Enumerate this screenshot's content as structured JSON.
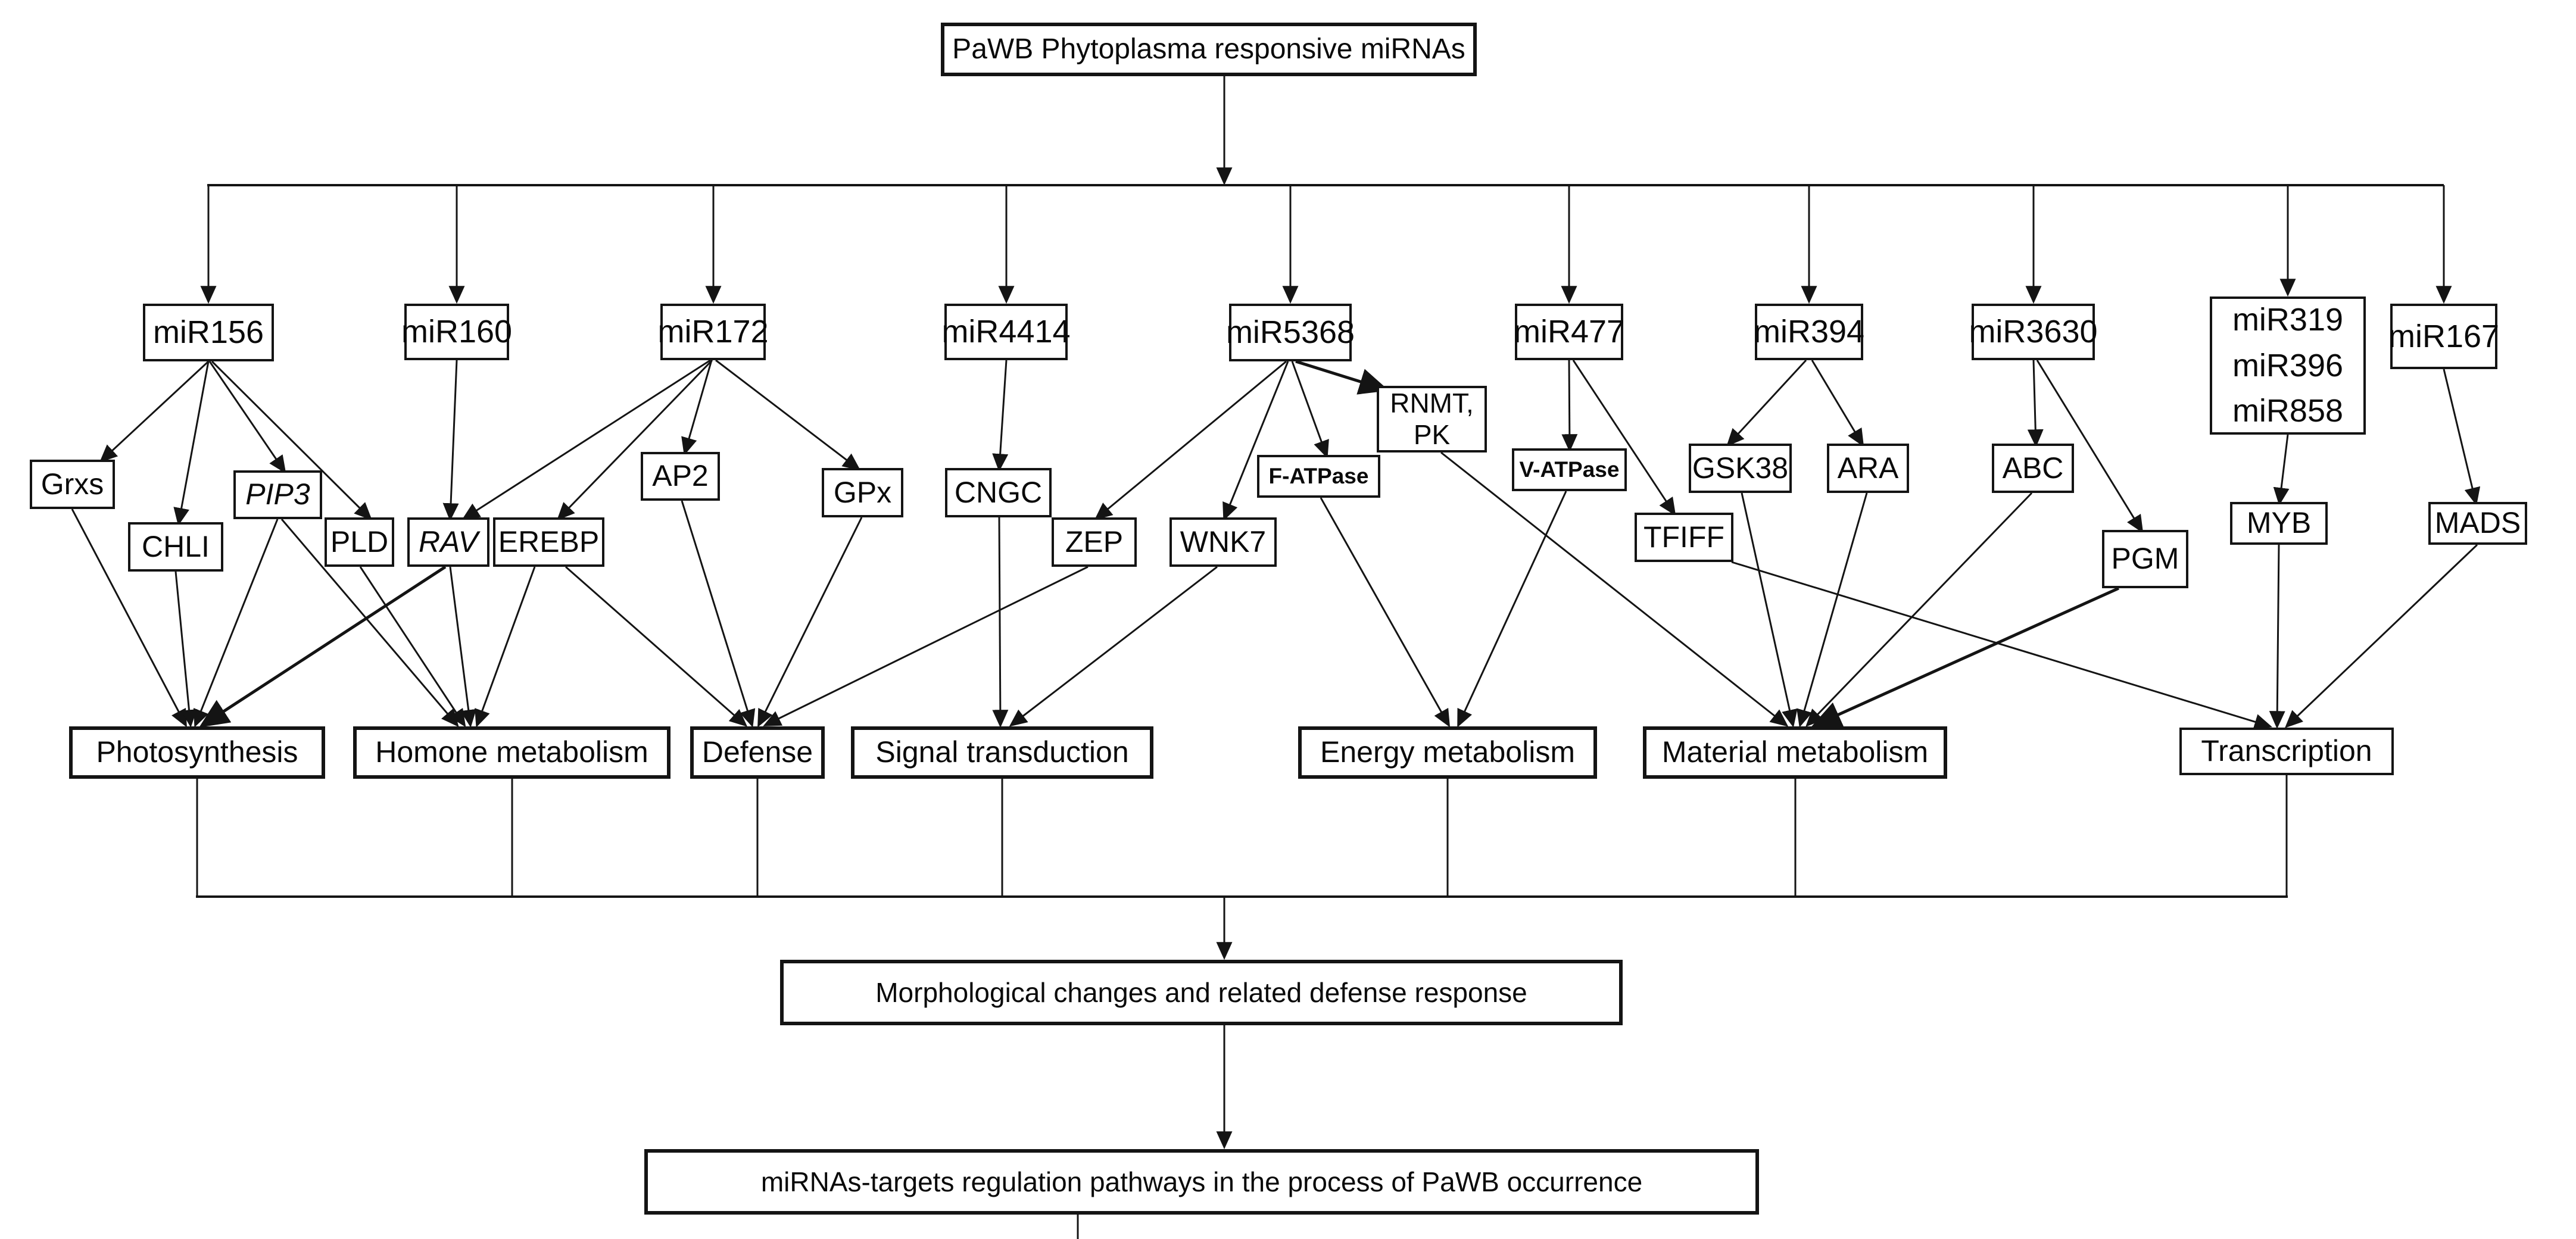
{
  "title": "PaWB Phytoplasma responsive miRNAs",
  "mirnas": [
    {
      "label": "miR156"
    },
    {
      "label": "miR160"
    },
    {
      "label": "miR172"
    },
    {
      "label": "miR4414"
    },
    {
      "label": "miR5368"
    },
    {
      "label": "miR477"
    },
    {
      "label": "miR394"
    },
    {
      "label": "miR3630"
    },
    {
      "lines": [
        "miR319",
        "miR396",
        "miR858"
      ]
    },
    {
      "label": "miR167"
    }
  ],
  "targets": {
    "grxs": "Grxs",
    "chli": "CHLI",
    "pip3": "PIP3",
    "pld": "PLD",
    "rav": "RAV",
    "erebp": "EREBP",
    "ap2": "AP2",
    "gpx": "GPx",
    "cngc": "CNGC",
    "zep": "ZEP",
    "wnk7": "WNK7",
    "fatpase": "F-ATPase",
    "rnmt_line1": "RNMT,",
    "rnmt_line2": "PK",
    "vatpase": "V-ATPase",
    "gsk38": "GSK38",
    "ara": "ARA",
    "tfiff": "TFIFF",
    "abc": "ABC",
    "pgm": "PGM",
    "myb": "MYB",
    "mads": "MADS"
  },
  "categories": {
    "photosynthesis": "Photosynthesis",
    "hormone": "Homone metabolism",
    "defense": "Defense",
    "signal": "Signal transduction",
    "energy": "Energy metabolism",
    "material": "Material metabolism",
    "transcription": "Transcription"
  },
  "outcomes": {
    "morphological": "Morphological changes and related defense response",
    "pathways": "miRNAs-targets regulation pathways in the process of PaWB occurrence"
  },
  "colors": {
    "line": "#141414",
    "box_border": "#141414",
    "background": "#ffffff",
    "text": "#0a0a0a"
  },
  "edges": {
    "mirna_to_target": [
      "miR156->Grxs",
      "miR156->CHLI",
      "miR156->PIP3",
      "miR156->PLD",
      "miR160->RAV",
      "miR172->AP2",
      "miR172->GPx",
      "miR172->RAV",
      "miR172->EREBP",
      "miR4414->CNGC",
      "miR5368->ZEP",
      "miR5368->WNK7",
      "miR5368->F-ATPase",
      "miR5368->RNMT,PK",
      "miR477->V-ATPase",
      "miR477->TFIFF",
      "miR394->GSK38",
      "miR394->ARA",
      "miR3630->ABC",
      "miR3630->PGM",
      "miR319/miR396/miR858->MYB",
      "miR167->MADS"
    ],
    "target_to_category": [
      "Grxs->Photosynthesis",
      "CHLI->Photosynthesis",
      "PIP3->Photosynthesis",
      "RAV->Photosynthesis",
      "PIP3->Homone metabolism",
      "PLD->Homone metabolism",
      "RAV->Homone metabolism",
      "EREBP->Homone metabolism",
      "EREBP->Defense",
      "AP2->Defense",
      "GPx->Defense",
      "ZEP->Defense",
      "CNGC->Signal transduction",
      "WNK7->Signal transduction",
      "F-ATPase->Energy metabolism",
      "V-ATPase->Energy metabolism",
      "RNMT,PK->Material metabolism",
      "GSK38->Material metabolism",
      "ARA->Material metabolism",
      "ABC->Material metabolism",
      "PGM->Material metabolism",
      "TFIFF->Transcription",
      "MYB->Transcription",
      "MADS->Transcription"
    ],
    "flow": [
      "PaWB Phytoplasma responsive miRNAs->all miRNAs",
      "all categories->Morphological changes and related defense response",
      "Morphological changes and related defense response->miRNAs-targets regulation pathways in the process of PaWB occurrence"
    ]
  }
}
